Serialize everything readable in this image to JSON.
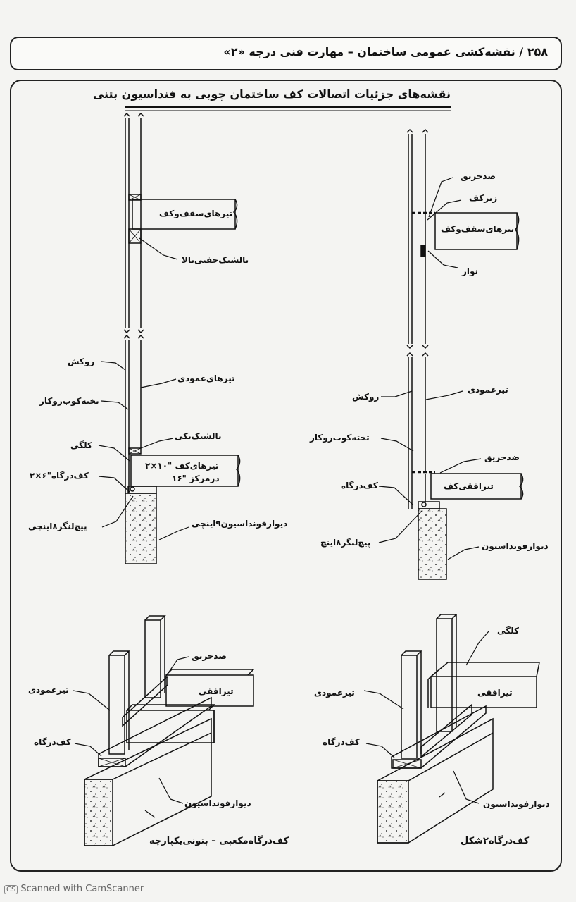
{
  "header": {
    "page_number": "۲۵۸",
    "book_title": "/ نقشه‌کشی عمومی ساختمان – مهارت فنی درجه «۲»"
  },
  "title": "نقشه‌های جزئیات اتصالات کف ساختمان چوبی به فنداسیون بتنی",
  "detail_left": {
    "joist_upper": "تیرهای‌سقف‌وکف",
    "blocking_double": "بالشتک‌جفتی‌بالا",
    "sheathing": "روکش",
    "studs": "تیرهای‌عمودی",
    "subfloor": "تخته‌کوب‌روکار",
    "blocking_single": "بالشتک‌تکی",
    "corner": "کلگی",
    "joist_lower_1": "تیرهای‌کف \"۱۰×۲",
    "joist_lower_2": "درمرکز \"۱۶",
    "sill": "کف‌درگاه\"۶×۲",
    "anchor": "پیچ‌لنگر۸اینچی",
    "foundation": "دیوارفونداسیون۹اینچی"
  },
  "detail_right": {
    "firestop_top": "ضدحریق",
    "subfloor_top": "زیرکف",
    "joist_upper": "تیرهای‌سقف‌وکف",
    "ribbon": "نوار",
    "sheathing": "روکش",
    "stud": "تیرعمودی",
    "subfloor": "تخته‌کوب‌روکار",
    "firestop": "ضدحریق",
    "joist": "تیرافقی‌کف",
    "sill": "کف‌درگاه",
    "anchor": "پیچ‌لنگر۸اینچ",
    "foundation": "دیوارفونداسیون"
  },
  "iso_left": {
    "firestop": "ضدحریق",
    "joist": "تیرافقی",
    "stud": "تیرعمودی",
    "sill": "کف‌درگاه",
    "foundation": "دیوارفونداسیون",
    "caption": "کف‌درگاه‌مکعبی – بتونی‌یکپارچه"
  },
  "iso_right": {
    "corner": "کلگی",
    "joist": "تیرافقی",
    "stud": "تیرعمودی",
    "sill": "کف‌درگاه",
    "foundation": "دیوارفونداسیون",
    "caption": "کف‌درگاه۲شکل"
  },
  "footer": {
    "badge": "CS",
    "text": "Scanned with CamScanner"
  }
}
